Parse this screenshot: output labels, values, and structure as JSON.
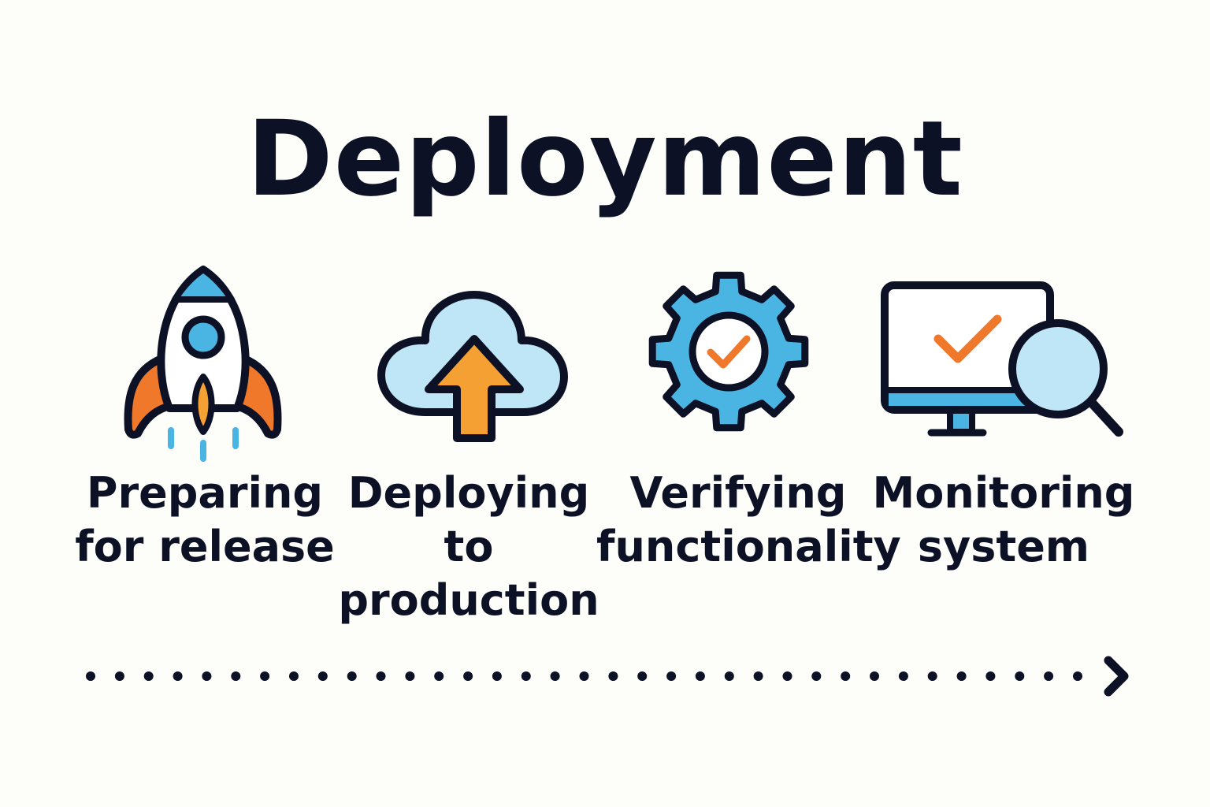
{
  "title": "Deployment",
  "colors": {
    "background": "#fdfdf9",
    "ink": "#0d1126",
    "blue": "#4ab5e2",
    "light_blue": "#bfe6f6",
    "orange": "#f0782a",
    "orange_light": "#f5a033",
    "white": "#ffffff"
  },
  "steps": [
    {
      "icon": "rocket-icon",
      "label_lines": [
        "Preparing",
        "for release"
      ]
    },
    {
      "icon": "cloud-upload-icon",
      "label_lines": [
        "Deploying",
        "to",
        "production"
      ]
    },
    {
      "icon": "gear-check-icon",
      "label_lines": [
        "Verifying",
        "functionality"
      ]
    },
    {
      "icon": "monitor-magnifier-icon",
      "label_lines": [
        "Monitoring",
        "system"
      ]
    }
  ],
  "timeline": {
    "icon": "chevron-right-icon"
  }
}
